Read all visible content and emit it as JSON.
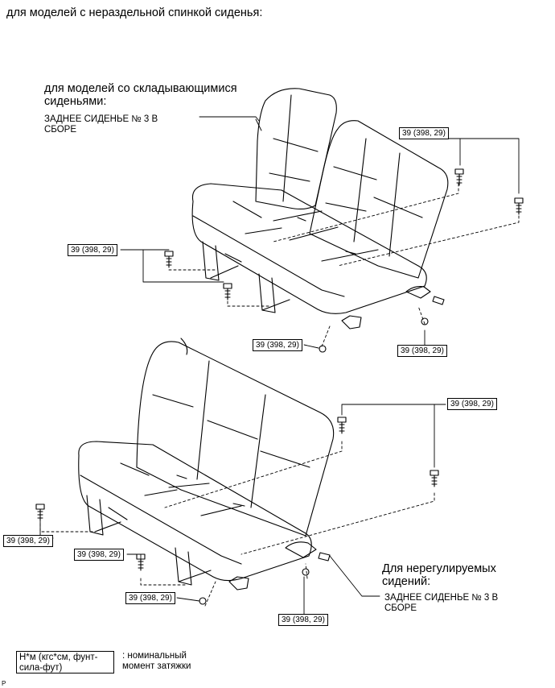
{
  "header": "для моделей с нераздельной спинкой сиденья:",
  "top_caption": {
    "line1": "для моделей со складывающимися\nсиденьями:",
    "line2": "ЗАДНЕЕ СИДЕНЬЕ № 3 В\nСБОРЕ"
  },
  "bottom_caption": {
    "line1": "Для нерегулируемых\nсидений:",
    "line2": "ЗАДНЕЕ СИДЕНЬЕ № 3 В\nСБОРЕ"
  },
  "torque_labels": [
    "39 (398, 29)",
    "39 (398, 29)",
    "39 (398, 29)",
    "39 (398, 29)",
    "39 (398, 29)",
    "39 (398, 29)",
    "39 (398, 29)",
    "39 (398, 29)",
    "39 (398, 29)"
  ],
  "legend": {
    "box": "Н*м (кгс*см, фунт-\nсила-фут)",
    "text": ": номинальный\nмомент затяжки"
  },
  "corner_mark": "P"
}
